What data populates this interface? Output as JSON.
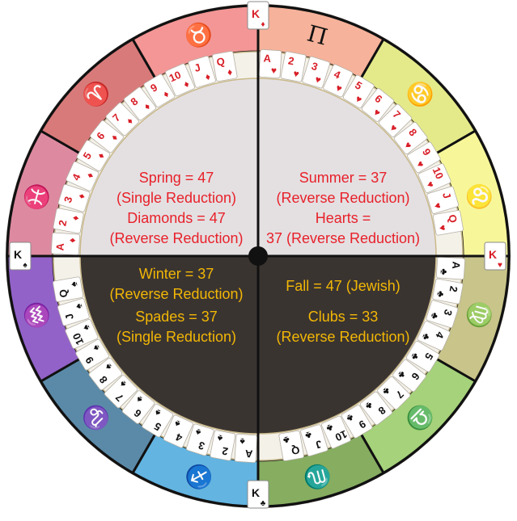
{
  "colors": {
    "red_text": "#e8212a",
    "gold_text": "#f2b705",
    "light_quadrant": "#e4e0e2",
    "dark_quadrant": "#3a3431",
    "card_red": "#d81e27",
    "card_black": "#111111",
    "outer_dark": "#3a3431"
  },
  "zodiac": [
    {
      "name": "gemini",
      "glyph": "Π",
      "color": "#f6b29a"
    },
    {
      "name": "cancer",
      "glyph": "♋",
      "color": "#e4ea8a"
    },
    {
      "name": "leo",
      "glyph": "♌",
      "color": "#f7f79a"
    },
    {
      "name": "virgo",
      "glyph": "♍",
      "color": "#c8c48a"
    },
    {
      "name": "libra",
      "glyph": "♎",
      "color": "#a5d27a"
    },
    {
      "name": "scorpio",
      "glyph": "♏",
      "color": "#86ad60"
    },
    {
      "name": "sagittarius",
      "glyph": "♐",
      "color": "#63b4e0"
    },
    {
      "name": "capricorn",
      "glyph": "♑",
      "color": "#5b8aa8"
    },
    {
      "name": "aquarius",
      "glyph": "♒",
      "color": "#9262c8"
    },
    {
      "name": "pisces",
      "glyph": "♓",
      "color": "#dd8aa0"
    },
    {
      "name": "aries",
      "glyph": "♈",
      "color": "#d97a7a"
    },
    {
      "name": "taurus",
      "glyph": "♉",
      "color": "#f49696"
    }
  ],
  "quadrants": {
    "spring": [
      "Spring =  47",
      "(Single Reduction)",
      "Diamonds = 47",
      "(Reverse Reduction)"
    ],
    "summer": [
      "Summer = 37",
      "(Reverse Reduction)",
      "Hearts =",
      "37 (Reverse Reduction)"
    ],
    "winter": [
      "Winter  = 37",
      "(Reverse Reduction)",
      "Spades = 37",
      "(Single Reduction)"
    ],
    "fall": [
      "Fall = 47 (Jewish)",
      "Clubs = 33",
      "(Reverse Reduction)"
    ]
  },
  "ranks": [
    "A",
    "2",
    "3",
    "4",
    "5",
    "6",
    "7",
    "8",
    "9",
    "10",
    "J",
    "Q"
  ],
  "kings": {
    "label": "K"
  },
  "suits": {
    "hearts": "♥",
    "diamonds": "♦",
    "clubs": "♣",
    "spades": "♠"
  }
}
